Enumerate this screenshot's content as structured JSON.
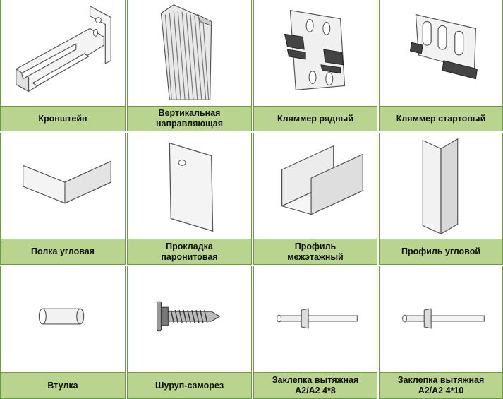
{
  "items": [
    {
      "label": "Кронштейн",
      "icon": "wall-bracket-icon"
    },
    {
      "label": "Вертикальная\nнаправляющая",
      "icon": "vertical-guide-profile-icon"
    },
    {
      "label": "Кляммер рядный",
      "icon": "row-clamp-icon"
    },
    {
      "label": "Кляммер стартовый",
      "icon": "starter-clamp-icon"
    },
    {
      "label": "Полка угловая",
      "icon": "corner-shelf-icon"
    },
    {
      "label": "Прокладка\nпаронитовая",
      "icon": "paronite-gasket-icon"
    },
    {
      "label": "Профиль\nмежэтажный",
      "icon": "interfloor-profile-icon"
    },
    {
      "label": "Профиль угловой",
      "icon": "corner-profile-icon"
    },
    {
      "label": "Втулка",
      "icon": "sleeve-icon"
    },
    {
      "label": "Шуруп-саморез",
      "icon": "self-tapping-screw-icon"
    },
    {
      "label": "Заклепка вытяжная\nА2/А2 4*8",
      "icon": "blind-rivet-4x8-icon"
    },
    {
      "label": "Заклепка вытяжная\nА2/А2 4*10",
      "icon": "blind-rivet-4x10-icon"
    }
  ],
  "colors": {
    "caption_bg": "#b8d48e",
    "border": "#6d9a45",
    "line": "#555555"
  }
}
